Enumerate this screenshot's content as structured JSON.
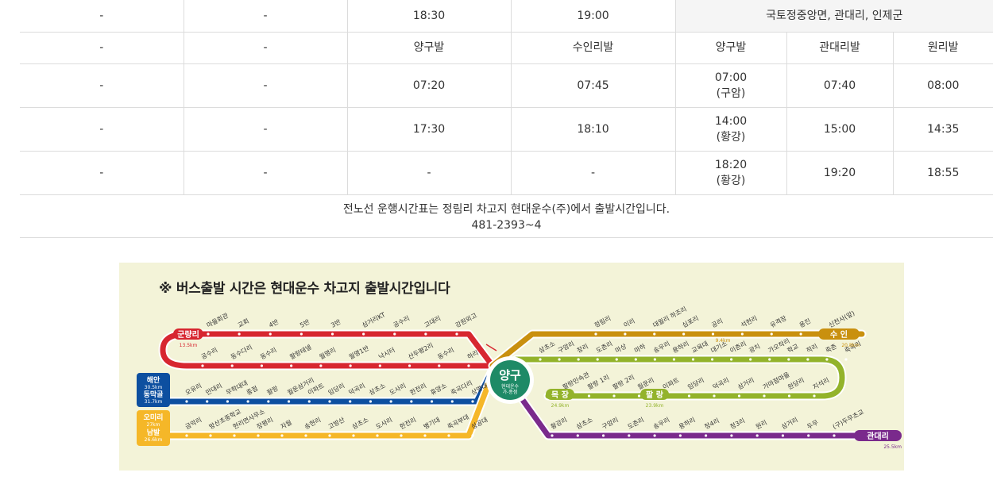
{
  "timetable": {
    "rows": [
      {
        "c1": "-",
        "c2": "-",
        "c3": "18:30",
        "c4": "19:00",
        "group": "국토정중앙면, 관대리, 인제군"
      },
      {
        "c1": "-",
        "c2": "-",
        "c3": "양구발",
        "c4": "수인리발",
        "c5": "양구발",
        "c6": "관대리발",
        "c7": "원리발"
      },
      {
        "c1": "-",
        "c2": "-",
        "c3": "07:20",
        "c4": "07:45",
        "c5a": "07:00",
        "c5b": "(구암)",
        "c6": "07:40",
        "c7": "08:00"
      },
      {
        "c1": "-",
        "c2": "-",
        "c3": "17:30",
        "c4": "18:10",
        "c5a": "14:00",
        "c5b": "(황강)",
        "c6": "15:00",
        "c7": "14:35"
      },
      {
        "c1": "-",
        "c2": "-",
        "c3": "-",
        "c4": "-",
        "c5a": "18:20",
        "c5b": "(황강)",
        "c6": "19:20",
        "c7": "18:55"
      }
    ],
    "note_line1": "전노선 운행시간표는 정림리 차고지 현대운수(주)에서 출발시간입니다.",
    "note_line2": "481-2393~4"
  },
  "map": {
    "title": "※ 버스출발 시간은 현대운수 차고지 출발시간입니다",
    "colors": {
      "red": "#d72630",
      "blue": "#0d4fa0",
      "yellow": "#f5b728",
      "orange": "#c9900f",
      "green": "#93b32b",
      "purple": "#7a2a8c",
      "hub": "#1e8a66",
      "bg": "#f3f3d8"
    },
    "hub": {
      "name": "양구",
      "sub1": "현대운수",
      "sub2": "가-종점"
    },
    "terminals": {
      "gunryang": {
        "name": "군량리",
        "dist": "13.5km"
      },
      "haean": {
        "name": "해안",
        "dist": "30.5km"
      },
      "dongmak": {
        "name": "동막골",
        "dist": "31.7km"
      },
      "omi": {
        "name": "오미리",
        "dist": "27km"
      },
      "nambal": {
        "name": "남발",
        "dist": "26.6km"
      },
      "suin": {
        "name": "수 인",
        "dist": "20.8km"
      },
      "mokjang": {
        "name": "목 장",
        "dist": "24.9km"
      },
      "palrang": {
        "name": "팔 랑",
        "dist": "23.9km"
      },
      "gwandae": {
        "name": "관대리",
        "dist": "25.5km"
      },
      "midKm": "9.4km"
    },
    "red_top": [
      "마을회관",
      "교회",
      "4반",
      "5반",
      "3반",
      "삼거리KT",
      "공수리",
      "고대리",
      "강원외고"
    ],
    "red_bottom": [
      "공수리",
      "동수다리",
      "동수리",
      "팔랑테넬",
      "월명리",
      "월명1반",
      "낙시터",
      "산두평2리",
      "동수리",
      "하리"
    ],
    "blue": [
      "오유리",
      "만대리",
      "무학대대",
      "종점",
      "팔랑",
      "월운삼거리",
      "이파트",
      "임당리",
      "덕곡리",
      "삼초소",
      "도사리",
      "한전리",
      "휴양소",
      "죽곡다리",
      "상명대"
    ],
    "yellow": [
      "금악리",
      "방산초중학교",
      "현리면사무소",
      "장평리",
      "자월",
      "송현리",
      "고방산",
      "삼초소",
      "도사리",
      "한전리",
      "병기대",
      "죽곡부대",
      "성공대"
    ],
    "orange": [
      "정림리",
      "이리",
      "대월리 하조리",
      "심포리",
      "공리",
      "석현리",
      "유격장",
      "용진",
      "신천사(앞)"
    ],
    "green": [
      "삼초소",
      "구암리",
      "창리",
      "도촌리",
      "마상",
      "마하",
      "송우리",
      "용하리",
      "교육대",
      "대기소",
      "이촌리",
      "광치",
      "가오작리",
      "학교",
      "적리",
      "죽촌",
      "죽곡리"
    ],
    "green_bottom": [
      "팔랑민속관",
      "팔랑 1리",
      "팔랑 2리",
      "월운리",
      "이파트",
      "임당리",
      "덕곡리",
      "삼거리",
      "가마점마을",
      "원당리",
      "지석리"
    ],
    "purple": [
      "황강리",
      "삼초소",
      "구암리",
      "도촌리",
      "송우리",
      "용하리",
      "청4리",
      "청3리",
      "원리",
      "삼거리",
      "두무",
      "(구)두무초교"
    ]
  }
}
